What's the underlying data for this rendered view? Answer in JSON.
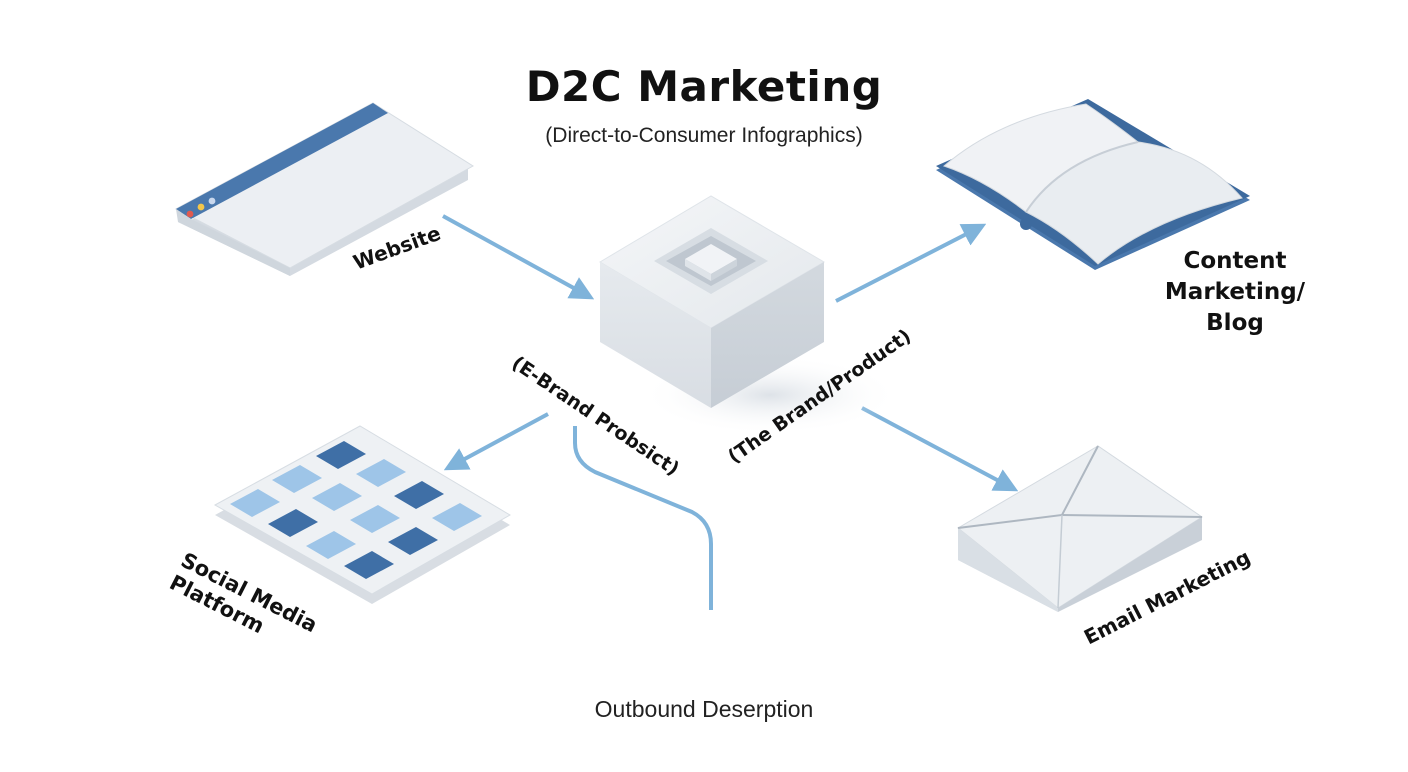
{
  "header": {
    "title": "D2C Marketing",
    "subtitle": "(Direct-to-Consumer Infographics)"
  },
  "center": {
    "label_left": "(E-Brand Probsict)",
    "label_right": "(The Brand/Product)"
  },
  "nodes": {
    "website": "Website",
    "content": [
      "Content",
      "Marketing/",
      "Blog"
    ],
    "social": [
      "Social Media",
      "Platform"
    ],
    "email": "Email Marketing"
  },
  "footer": {
    "text": "Outbound Deserption"
  },
  "colors": {
    "arrow": "#7fb3da",
    "accent_blue": "#4a78ad",
    "light_tile": "#9ec5e8",
    "dark_tile": "#3f6fa6",
    "surface": "#eceff3"
  }
}
